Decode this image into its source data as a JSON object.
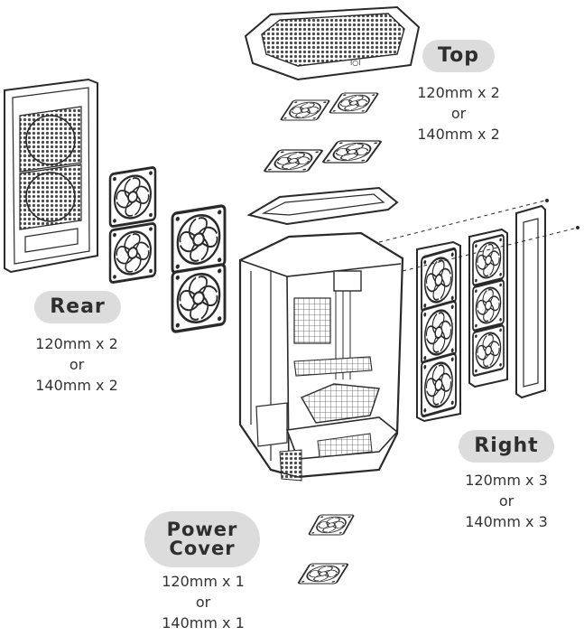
{
  "labels": {
    "top": {
      "title": "Top",
      "line1": "120mm x 2",
      "line2": "or",
      "line3": "140mm x 2"
    },
    "rear": {
      "title": "Rear",
      "line1": "120mm x 2",
      "line2": "or",
      "line3": "140mm x 2"
    },
    "right": {
      "title": "Right",
      "line1": "120mm x 3",
      "line2": "or",
      "line3": "140mm x 3"
    },
    "power": {
      "title1": "Power",
      "title2": "Cover",
      "line1": "120mm x 1",
      "line2": "or",
      "line3": "140mm x 1"
    }
  },
  "colors": {
    "line": "#2a2a2a",
    "pill": "#dcdcdc",
    "text": "#333333",
    "mesh": "#4a4a4a"
  }
}
